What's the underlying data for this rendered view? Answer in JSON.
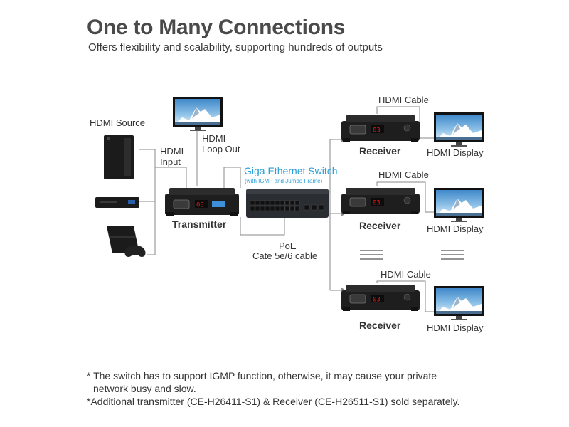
{
  "header": {
    "title": "One to Many Connections",
    "subtitle": "Offers flexibility and scalability, supporting hundreds of outputs"
  },
  "source": {
    "label": "HDMI Source"
  },
  "transmitter": {
    "input_label": "HDMI\nInput",
    "loop_out_label": "HDMI\nLoop Out",
    "name": "Transmitter"
  },
  "switch": {
    "title": "Giga Ethernet Switch",
    "subtitle": "(with IGMP and Jumbo Frame)"
  },
  "cable": {
    "poe": "PoE",
    "type": "Cate 5e/6 cable"
  },
  "receivers": [
    {
      "cable_label": "HDMI Cable",
      "name": "Receiver",
      "display_label": "HDMI Display"
    },
    {
      "cable_label": "HDMI Cable",
      "name": "Receiver",
      "display_label": "HDMI Display"
    },
    {
      "cable_label": "HDMI Cable",
      "name": "Receiver",
      "display_label": "HDMI Display"
    }
  ],
  "notes": {
    "line1": "* The switch has to support IGMP function, otherwise, it may cause your private",
    "line2": "network busy and slow.",
    "line3": "*Additional transmitter (CE-H26411-S1) & Receiver (CE-H26511-S1) sold separately."
  },
  "colors": {
    "accent": "#2a9fd6",
    "line": "#8a8a8a",
    "device": "#1e1e1e",
    "led": "#e01b1b",
    "dip": "#3d8fd8"
  }
}
